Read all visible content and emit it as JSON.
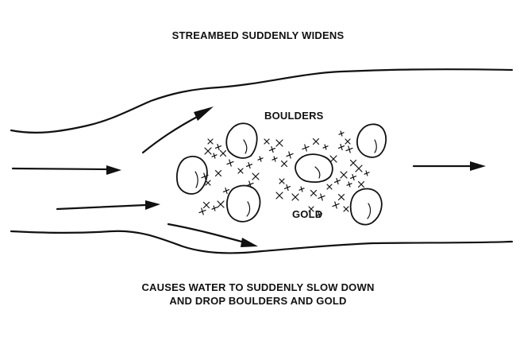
{
  "title": "STREAMBED SUDDENLY WIDENS",
  "labels": {
    "boulders": "BOULDERS",
    "gold": "GOLD"
  },
  "caption": {
    "line1": "CAUSES WATER TO SUDDENLY SLOW DOWN",
    "line2": "AND DROP BOULDERS AND GOLD"
  },
  "colors": {
    "ink": "#111111",
    "background": "#ffffff"
  }
}
